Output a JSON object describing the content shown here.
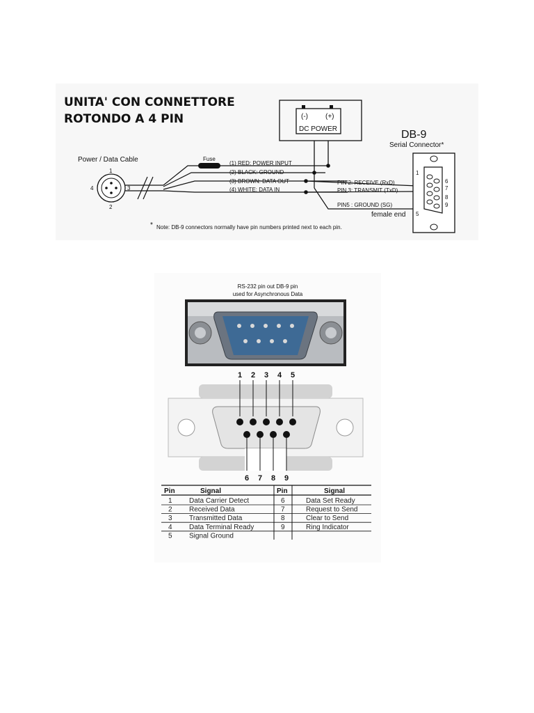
{
  "top_diagram": {
    "title_line1": "UNITA' CON CONNETTORE",
    "title_line2": "ROTONDO A 4 PIN",
    "dc_minus": "(-)",
    "dc_plus": "(+)",
    "dc_power": "DC POWER",
    "db9_title": "DB-9",
    "db9_subtitle": "Serial Connector*",
    "cable_label": "Power / Data Cable",
    "fuse_label": "Fuse",
    "round_pins": [
      "1",
      "2",
      "3",
      "4"
    ],
    "wires": [
      "(1)  RED: POWER INPUT",
      "(2)  BLACK: GROUND",
      "(3)  BROWN: DATA OUT",
      "(4)  WHITE: DATA IN"
    ],
    "db9_signals": [
      "PIN 2: RECEIVE (RxD)",
      "PIN 3: TRANSMIT (TxD)",
      "PIN5 : GROUND (SG)"
    ],
    "db9_pin_numbers": [
      "1",
      "6",
      "7",
      "8",
      "9",
      "5"
    ],
    "female_end": "female end",
    "note": "Note: DB-9 connectors normally have pin numbers printed next to each pin."
  },
  "bottom_diagram": {
    "caption_line1": "RS-232 pin out DB-9 pin",
    "caption_line2": "used for Asynchronous Data",
    "top_pin_numbers": [
      "1",
      "2",
      "3",
      "4",
      "5"
    ],
    "bottom_pin_numbers": [
      "6",
      "7",
      "8",
      "9"
    ],
    "table_headers": [
      "Pin",
      "Signal",
      "Pin",
      "Signal"
    ],
    "table_rows": [
      [
        "1",
        "Data Carrier Detect",
        "6",
        "Data Set Ready"
      ],
      [
        "2",
        "Received Data",
        "7",
        "Request to Send"
      ],
      [
        "3",
        "Transmitted Data",
        "8",
        "Clear to Send"
      ],
      [
        "4",
        "Data  Terminal Ready",
        "9",
        "Ring Indicator"
      ],
      [
        "5",
        "Signal Ground",
        "",
        ""
      ]
    ]
  }
}
